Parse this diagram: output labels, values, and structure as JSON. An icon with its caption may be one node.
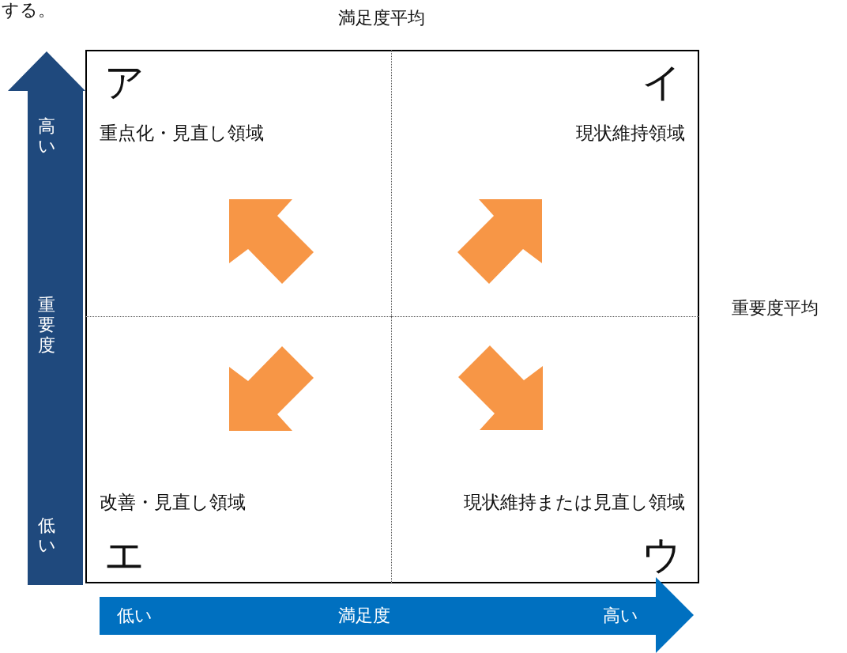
{
  "diagram": {
    "nodes": [
      {
        "text": [
          "高い",
          "重要度",
          "低い"
        ]
      },
      {
        "text": [
          "ア",
          "重点化・見直し領域"
        ]
      },
      {
        "text": [
          "イ",
          "現状維持領域"
        ]
      },
      {
        "text": [
          "改善・見直し領域",
          "エ"
        ]
      },
      {
        "text": [
          "現状維持または見直し領域",
          "ウ"
        ]
      },
      {
        "text": [
          "低い",
          "満足度",
          "高い"
        ]
      }
    ],
    "edges": [],
    "labels": [
      "する。",
      "満足度平均",
      "重要度平均"
    ]
  }
}
